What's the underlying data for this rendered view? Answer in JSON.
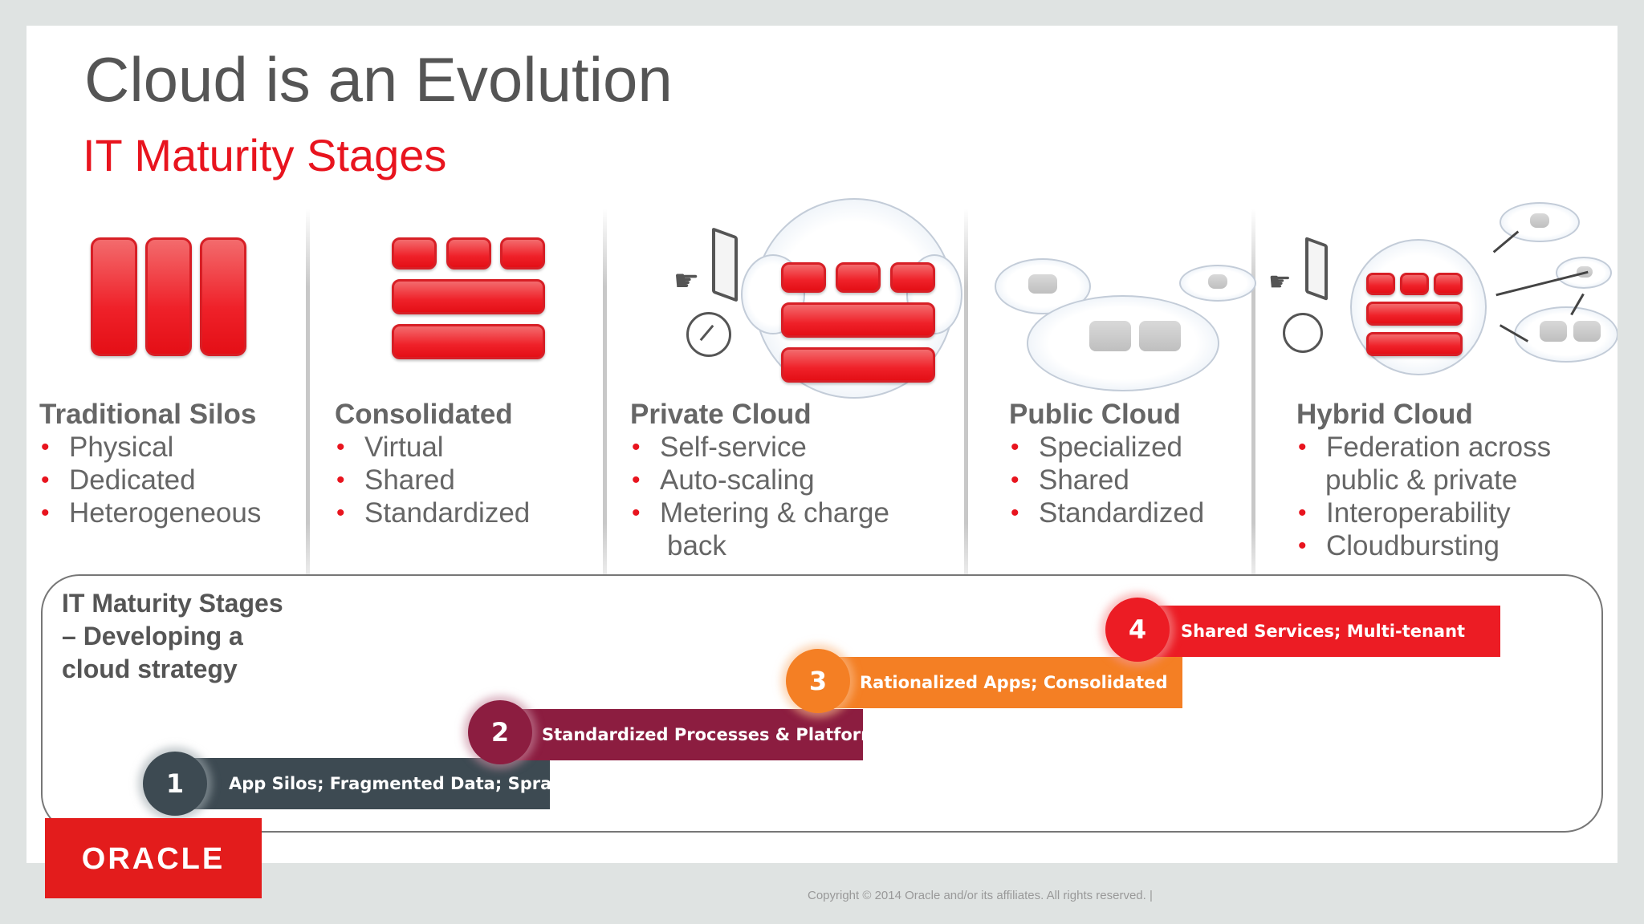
{
  "title": "Cloud is an Evolution",
  "subtitle": "IT Maturity Stages",
  "columns": [
    {
      "heading": "Traditional Silos",
      "items": [
        "Physical",
        "Dedicated",
        "Heterogeneous"
      ]
    },
    {
      "heading": "Consolidated",
      "items": [
        "Virtual",
        "Shared",
        "Standardized"
      ]
    },
    {
      "heading": "Private Cloud",
      "items": [
        "Self-service",
        "Auto-scaling",
        "Metering & charge",
        "back"
      ]
    },
    {
      "heading": "Public Cloud",
      "items": [
        "Specialized",
        "Shared",
        "Standardized"
      ]
    },
    {
      "heading": "Hybrid Cloud",
      "items": [
        "Federation across",
        "public & private",
        "Interoperability",
        "Cloudbursting"
      ]
    }
  ],
  "stages_panel": {
    "label": "IT Maturity Stages – Developing a cloud strategy",
    "stages": [
      {
        "number": "1",
        "label": "App Silos; Fragmented Data; Sprawl",
        "color": "#3d4a52"
      },
      {
        "number": "2",
        "label": "Standardized Processes & Platform",
        "color": "#8c1d40"
      },
      {
        "number": "3",
        "label": "Rationalized Apps; Consolidated",
        "color": "#f47f24"
      },
      {
        "number": "4",
        "label": "Shared Services; Multi-tenant",
        "color": "#ec1c24"
      }
    ]
  },
  "brand": {
    "logo": "ORACLE",
    "color": "#e31c1c"
  },
  "copyright": "Copyright © 2014 Oracle and/or its affiliates. All rights reserved.  |"
}
